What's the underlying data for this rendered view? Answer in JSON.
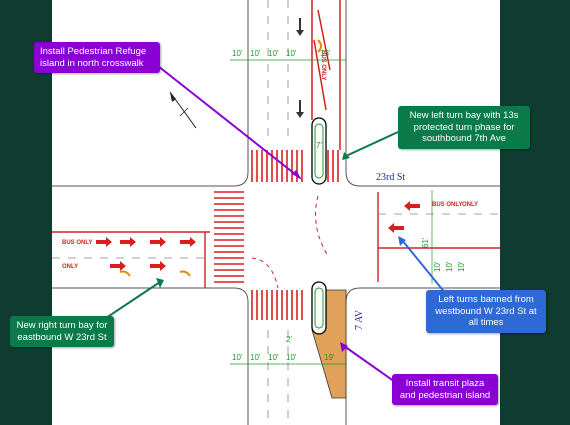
{
  "callouts": {
    "refuge": "Install Pedestrian Refuge island in north crosswalk",
    "left_turn_bay": "New left turn bay with 13s protected turn phase for southbound 7th Ave",
    "right_turn_bay": "New right turn bay for eastbound W 23rd St",
    "left_turns_banned": "Left turns banned from westbound W 23rd St at all times",
    "transit_plaza": "Install transit plaza and pedestrian island"
  },
  "streets": {
    "cross_street": "23rd St",
    "avenue": "7 AV"
  },
  "dimensions": {
    "north_widths": [
      "10'",
      "10'",
      "10'",
      "10'"
    ],
    "north_end": "13'",
    "south_widths": [
      "10'",
      "10'",
      "10'",
      "10'"
    ],
    "south_end": "19'",
    "east_widths": [
      "10'",
      "10'",
      "10'"
    ],
    "east_end": "61'",
    "refuge_width": "7'",
    "plaza_width": "2'"
  },
  "pavement_markings": {
    "bus_only": "BUS ONLY",
    "only": "ONLY"
  },
  "colors": {
    "background": "#0f3b30",
    "purple": "#8a00d4",
    "green": "#0b7a4a",
    "blue": "#2e6ad6",
    "marking_red": "#d62020",
    "dimension_green": "#1d9b2a",
    "plaza_fill": "#e0a25a"
  }
}
